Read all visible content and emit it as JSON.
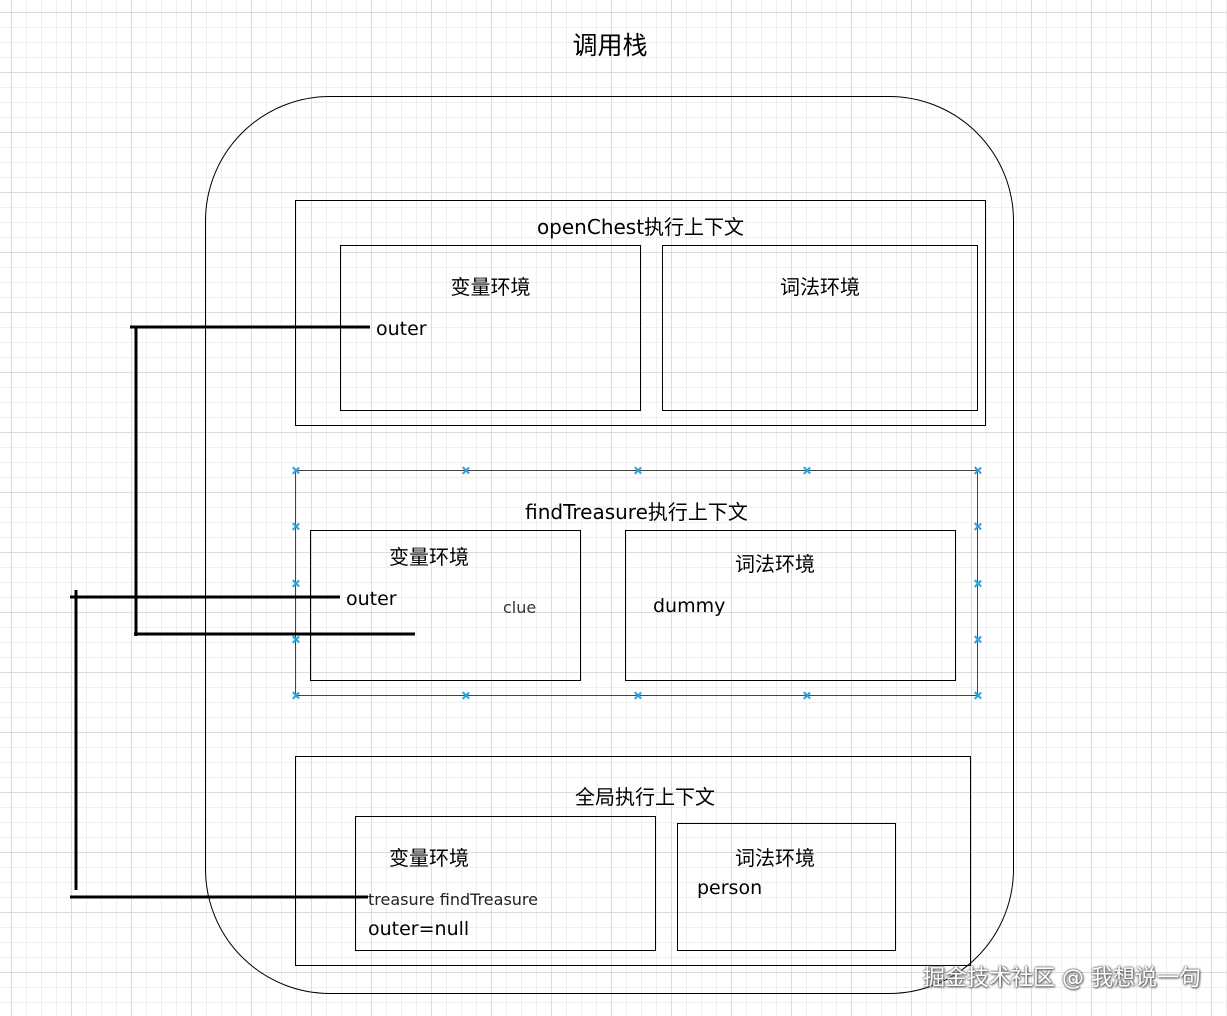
{
  "title": "调用栈",
  "contexts": {
    "open_chest": {
      "title": "openChest执行上下文",
      "variable_env": {
        "title": "变量环境",
        "items": [
          "outer"
        ]
      },
      "lexical_env": {
        "title": "词法环境",
        "items": []
      }
    },
    "find_treasure": {
      "title": "findTreasure执行上下文",
      "variable_env": {
        "title": "变量环境",
        "items": [
          "outer",
          "clue"
        ]
      },
      "lexical_env": {
        "title": "词法环境",
        "items": [
          "dummy"
        ]
      }
    },
    "global": {
      "title": "全局执行上下文",
      "variable_env": {
        "title": "变量环境",
        "items": [
          "treasure  findTreasure",
          "outer=null"
        ]
      },
      "lexical_env": {
        "title": "词法环境",
        "items": [
          "person"
        ]
      }
    }
  },
  "watermark": "掘金技术社区 @ 我想说一句"
}
